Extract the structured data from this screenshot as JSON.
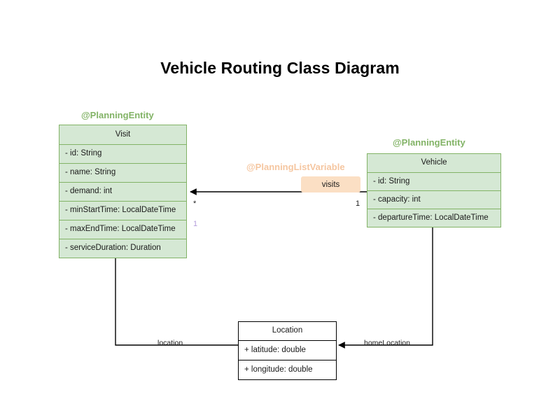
{
  "title": "Vehicle Routing Class Diagram",
  "colors": {
    "entity_fill": "#d5e8d4",
    "entity_border": "#82b366",
    "annotation_green": "#82b366",
    "annotation_peach": "#f5c6a0",
    "visits_pill_fill": "#fbdfc4",
    "plain_border": "#000000",
    "muted_multiplicity": "#b39ddb",
    "text": "#1a1a1a"
  },
  "annotations": {
    "visit": "@PlanningEntity",
    "vehicle": "@PlanningEntity",
    "list_variable": "@PlanningListVariable"
  },
  "classes": {
    "visit": {
      "name": "Visit",
      "stereotype": "@PlanningEntity",
      "attributes": [
        "- id: String",
        "- name: String",
        "- demand: int",
        "- minStartTime: LocalDateTime",
        "- maxEndTime: LocalDateTime",
        "- serviceDuration: Duration"
      ]
    },
    "vehicle": {
      "name": "Vehicle",
      "stereotype": "@PlanningEntity",
      "attributes": [
        "- id: String",
        "- capacity: int",
        "- departureTime: LocalDateTime"
      ]
    },
    "location": {
      "name": "Location",
      "attributes": [
        "+ latitude: double",
        "+ longitude: double"
      ]
    }
  },
  "relationships": {
    "visits": {
      "label": "visits",
      "source": "Vehicle",
      "target": "Visit",
      "source_multiplicity": "1",
      "target_multiplicity": "*"
    },
    "visit_location": {
      "label": "location",
      "source": "Visit",
      "target": "Location",
      "source_multiplicity": "1"
    },
    "vehicle_home_location": {
      "label": "homeLocation",
      "source": "Vehicle",
      "target": "Location"
    }
  }
}
